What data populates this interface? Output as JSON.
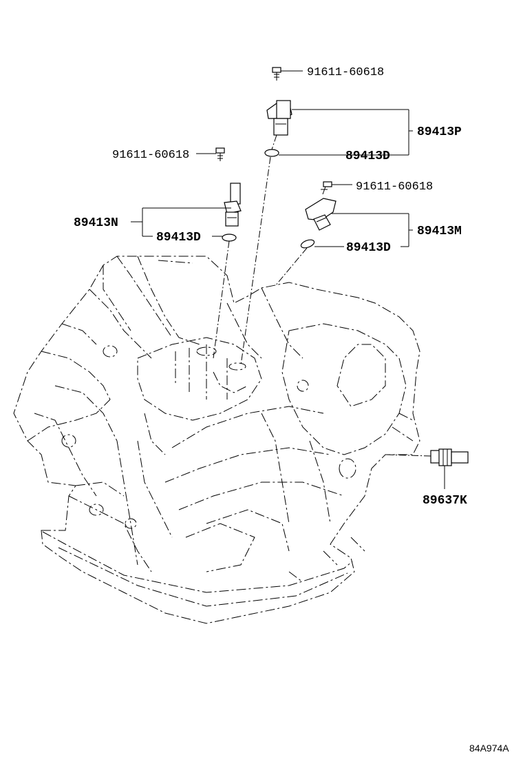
{
  "labels": {
    "bolt_top": "91611-60618",
    "bolt_left": "91611-60618",
    "bolt_right": "91611-60618",
    "sensor_p": "89413P",
    "oring_p": "89413D",
    "sensor_n": "89413N",
    "oring_n": "89413D",
    "sensor_m": "89413M",
    "oring_m": "89413D",
    "switch_k": "89637K"
  },
  "figure_id": "84A974A"
}
